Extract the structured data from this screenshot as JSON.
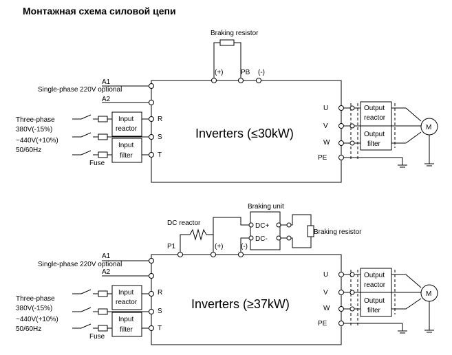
{
  "title": "Монтажная схема силовой цепи",
  "top": {
    "braking_resistor": "Braking resistor",
    "plus": "(+)",
    "pb": "PB",
    "minus": "(-)",
    "a1": "A1",
    "single_phase": "Single-phase 220V optional",
    "a2": "A2",
    "supply": [
      "Three-phase",
      "380V(-15%)",
      "~440V(+10%)",
      "50/60Hz"
    ],
    "input_reactor": [
      "Input",
      "reactor"
    ],
    "input_filter": [
      "Input",
      "filter"
    ],
    "fuse": "Fuse",
    "r": "R",
    "s": "S",
    "t": "T",
    "inverter": "Inverters (≤30kW)",
    "u": "U",
    "v": "V",
    "w": "W",
    "pe": "PE",
    "output_reactor": [
      "Output",
      "reactor"
    ],
    "output_filter": [
      "Output",
      "filter"
    ],
    "motor": "M"
  },
  "bottom": {
    "braking_unit": "Braking unit",
    "dc_reactor": "DC reactor",
    "braking_resistor": "Braking resistor",
    "dc_plus": "DC+",
    "dc_minus": "DC-",
    "p1": "P1",
    "plus": "(+)",
    "minus": "(-)",
    "a1": "A1",
    "single_phase": "Single-phase 220V optional",
    "a2": "A2",
    "supply": [
      "Three-phase",
      "380V(-15%)",
      "~440V(+10%)",
      "50/60Hz"
    ],
    "input_reactor": [
      "Input",
      "reactor"
    ],
    "input_filter": [
      "Input",
      "filter"
    ],
    "fuse": "Fuse",
    "r": "R",
    "s": "S",
    "t": "T",
    "inverter": "Inverters (≥37kW)",
    "u": "U",
    "v": "V",
    "w": "W",
    "pe": "PE",
    "output_reactor": [
      "Output",
      "reactor"
    ],
    "output_filter": [
      "Output",
      "filter"
    ],
    "motor": "M"
  }
}
